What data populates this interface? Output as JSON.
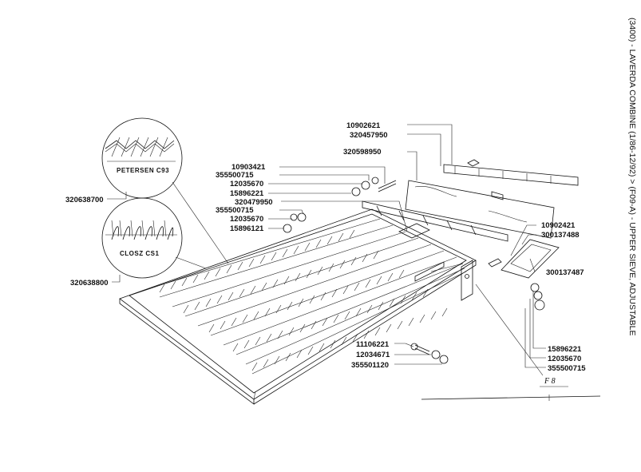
{
  "title": "(3400) - LAVERDA COMBINE (1/86-12/92) > (F09-A) - UPPER SIEVE, ADJUSTABLE",
  "figure_ref": "F 8",
  "insets": [
    {
      "text": "PETERSEN C93",
      "part": "320638700"
    },
    {
      "text": "CLOSZ CS1",
      "part": "320638800"
    }
  ],
  "callouts": {
    "c_10902621": "10902621",
    "c_320457950": "320457950",
    "c_320598950": "320598950",
    "c_10903421": "10903421",
    "c_355500715a": "355500715",
    "c_12035670a": "12035670",
    "c_15896221a": "15896221",
    "c_320479950": "320479950",
    "c_355500715b": "355500715",
    "c_12035670b": "12035670",
    "c_15896121": "15896121",
    "c_10902421": "10902421",
    "c_300137488": "300137488",
    "c_300137487": "300137487",
    "c_15896221b": "15896221",
    "c_12035670c": "12035670",
    "c_355500715c": "355500715",
    "c_11106221": "11106221",
    "c_12034671": "12034671",
    "c_355501120": "355501120"
  }
}
